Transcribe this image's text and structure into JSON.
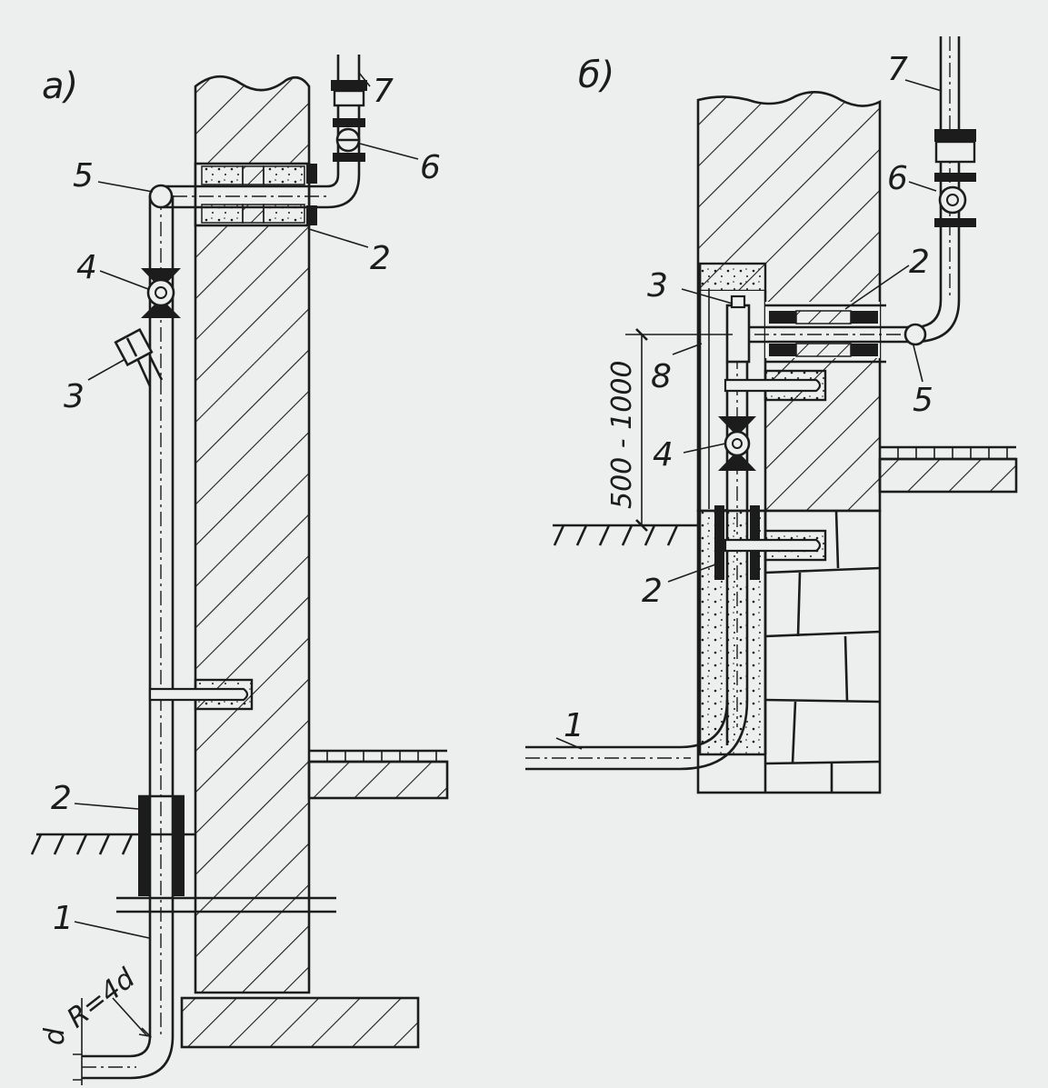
{
  "colors": {
    "paper": "#ecefed",
    "ink": "#1c1c1c"
  },
  "views": {
    "a": {
      "title": "а)",
      "labels": {
        "n1": "1",
        "n2_top": "2",
        "n2_bottom": "2",
        "n3": "3",
        "n4": "4",
        "n5": "5",
        "n6": "6",
        "n7": "7"
      },
      "radius": "R=4d",
      "diameter": "d"
    },
    "b": {
      "title": "б)",
      "labels": {
        "n1": "1",
        "n2_top": "2",
        "n2_bottom": "2",
        "n3": "3",
        "n4": "4",
        "n5": "5",
        "n6": "6",
        "n7": "7",
        "n8": "8"
      },
      "dimension": "500 - 1000"
    }
  }
}
